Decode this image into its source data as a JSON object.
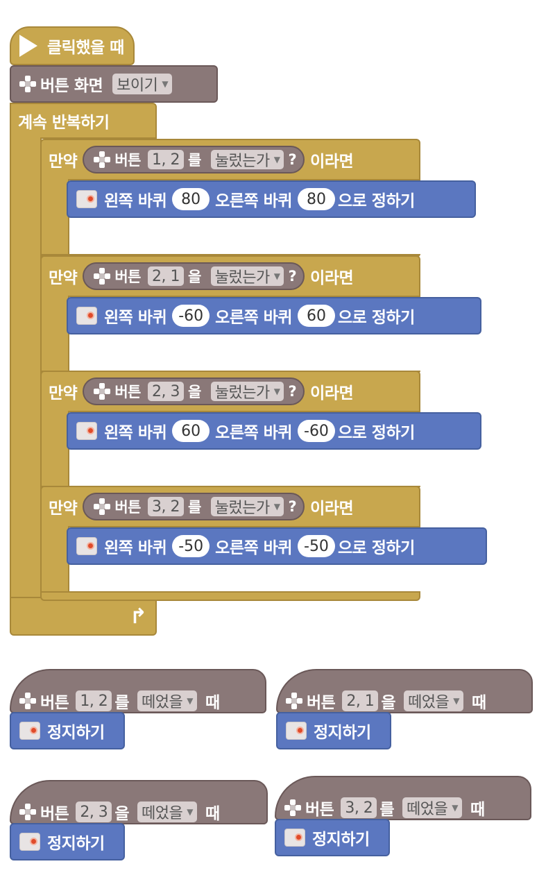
{
  "main_script": {
    "when_clicked": "클릭했을 때",
    "button_screen": {
      "label": "버튼 화면",
      "option": "보이기"
    },
    "forever": "계속 반복하기",
    "ifs": [
      {
        "if": "만약",
        "button": "버튼",
        "buttons": "1, 2",
        "particle": "를",
        "state": "눌렀는가",
        "q": "?",
        "then": "이라면",
        "action": {
          "left_label": "왼쪽 바퀴",
          "left": "80",
          "right_label": "오른쪽 바퀴",
          "right": "80",
          "suffix": "으로 정하기"
        }
      },
      {
        "if": "만약",
        "button": "버튼",
        "buttons": "2, 1",
        "particle": "을",
        "state": "눌렀는가",
        "q": "?",
        "then": "이라면",
        "action": {
          "left_label": "왼쪽 바퀴",
          "left": "-60",
          "right_label": "오른쪽 바퀴",
          "right": "60",
          "suffix": "으로 정하기"
        }
      },
      {
        "if": "만약",
        "button": "버튼",
        "buttons": "2, 3",
        "particle": "을",
        "state": "눌렀는가",
        "q": "?",
        "then": "이라면",
        "action": {
          "left_label": "왼쪽 바퀴",
          "left": "60",
          "right_label": "오른쪽 바퀴",
          "right": "-60",
          "suffix": "으로 정하기"
        }
      },
      {
        "if": "만약",
        "button": "버튼",
        "buttons": "3, 2",
        "particle": "를",
        "state": "눌렀는가",
        "q": "?",
        "then": "이라면",
        "action": {
          "left_label": "왼쪽 바퀴",
          "left": "-50",
          "right_label": "오른쪽 바퀴",
          "right": "-50",
          "suffix": "으로 정하기"
        }
      }
    ],
    "loop_arrow": "↱"
  },
  "release_scripts": [
    {
      "button": "버튼",
      "buttons": "1, 2",
      "particle": "를",
      "state": "떼었을",
      "when": "때",
      "action": "정지하기"
    },
    {
      "button": "버튼",
      "buttons": "2, 1",
      "particle": "을",
      "state": "떼었을",
      "when": "때",
      "action": "정지하기"
    },
    {
      "button": "버튼",
      "buttons": "2, 3",
      "particle": "을",
      "state": "떼었을",
      "when": "때",
      "action": "정지하기"
    },
    {
      "button": "버튼",
      "buttons": "3, 2",
      "particle": "를",
      "state": "떼었을",
      "when": "때",
      "action": "정지하기"
    }
  ],
  "dropdown_arrow": "▼",
  "colors": {
    "hardware": "#8a7878",
    "control": "#c8a74e",
    "motion": "#5b77c0"
  }
}
